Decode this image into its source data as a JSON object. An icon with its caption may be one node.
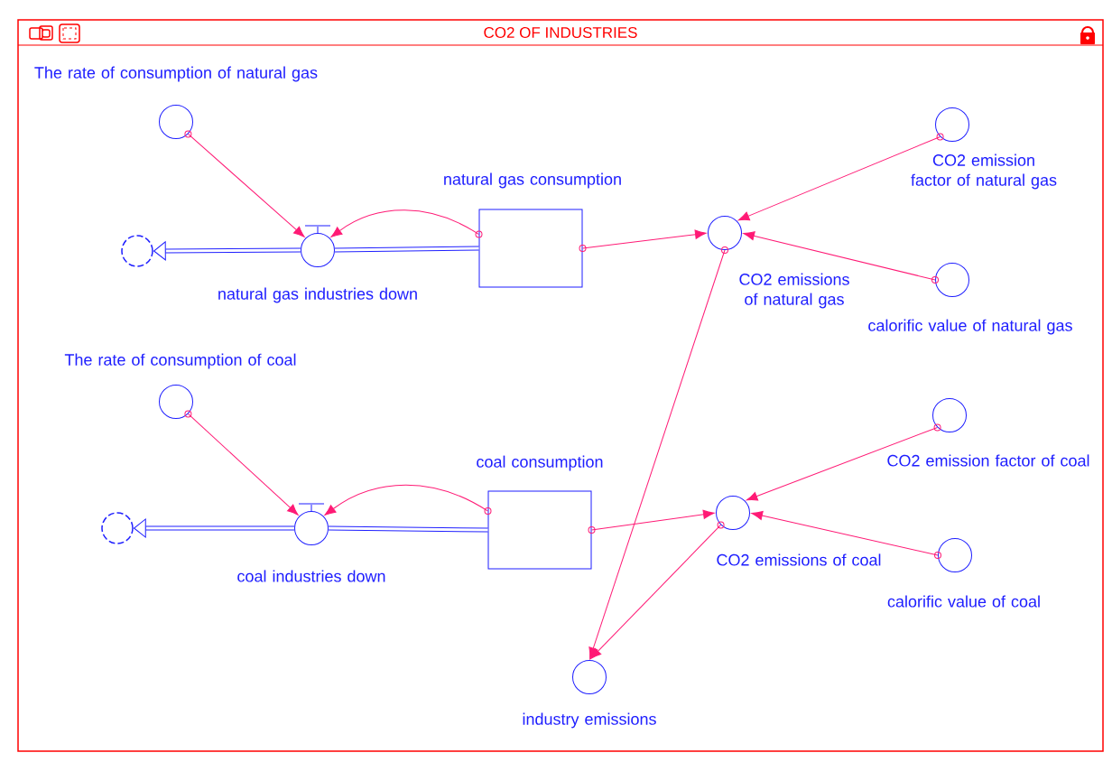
{
  "diagram": {
    "title": "CO2 OF INDUSTRIES",
    "nodes": [
      {
        "text": [
          "The rate of consumption of natural gas"
        ]
      },
      {
        "text": [
          "natural gas industries down"
        ]
      },
      {
        "text": [
          "natural gas consumption"
        ]
      },
      {
        "text": [],
        "shape": "cloud"
      },
      {
        "text": [
          "CO2 emissions of natural gas"
        ]
      },
      {
        "text": [
          "CO2 emission factor of natural gas"
        ]
      },
      {
        "text": [
          "calorific value of natural gas"
        ]
      },
      {
        "text": [
          "The rate of consumption of coal"
        ]
      },
      {
        "text": [
          "coal industries down"
        ]
      },
      {
        "text": [
          "coal consumption"
        ]
      },
      {
        "text": [],
        "shape": "cloud"
      },
      {
        "text": [
          "CO2 emissions of coal"
        ]
      },
      {
        "text": [
          "CO2 emission factor of coal"
        ]
      },
      {
        "text": [
          "calorific value of coal"
        ]
      },
      {
        "text": [
          "industry emissions"
        ]
      }
    ],
    "edges": [
      {
        "from": 0,
        "to": 1,
        "arrow": "to"
      },
      {
        "from": 2,
        "to": 1,
        "arrow": "to"
      },
      {
        "from": 2,
        "to": 4,
        "arrow": "to"
      },
      {
        "from": 5,
        "to": 4,
        "arrow": "to"
      },
      {
        "from": 6,
        "to": 4,
        "arrow": "to"
      },
      {
        "from": 4,
        "to": 14,
        "arrow": "to"
      },
      {
        "from": 7,
        "to": 8,
        "arrow": "to"
      },
      {
        "from": 9,
        "to": 8,
        "arrow": "to"
      },
      {
        "from": 9,
        "to": 11,
        "arrow": "to"
      },
      {
        "from": 12,
        "to": 11,
        "arrow": "to"
      },
      {
        "from": 13,
        "to": 11,
        "arrow": "to"
      },
      {
        "from": 11,
        "to": 14,
        "arrow": "to"
      },
      {
        "from": 2,
        "to": 1,
        "arrow": "none",
        "style": "thick",
        "color": "#1f1fff"
      },
      {
        "from": 1,
        "to": 3,
        "arrow": "to",
        "style": "thick",
        "color": "#1f1fff"
      },
      {
        "from": 9,
        "to": 8,
        "arrow": "none",
        "style": "thick",
        "color": "#1f1fff"
      },
      {
        "from": 8,
        "to": 10,
        "arrow": "to",
        "style": "thick",
        "color": "#1f1fff"
      }
    ]
  }
}
